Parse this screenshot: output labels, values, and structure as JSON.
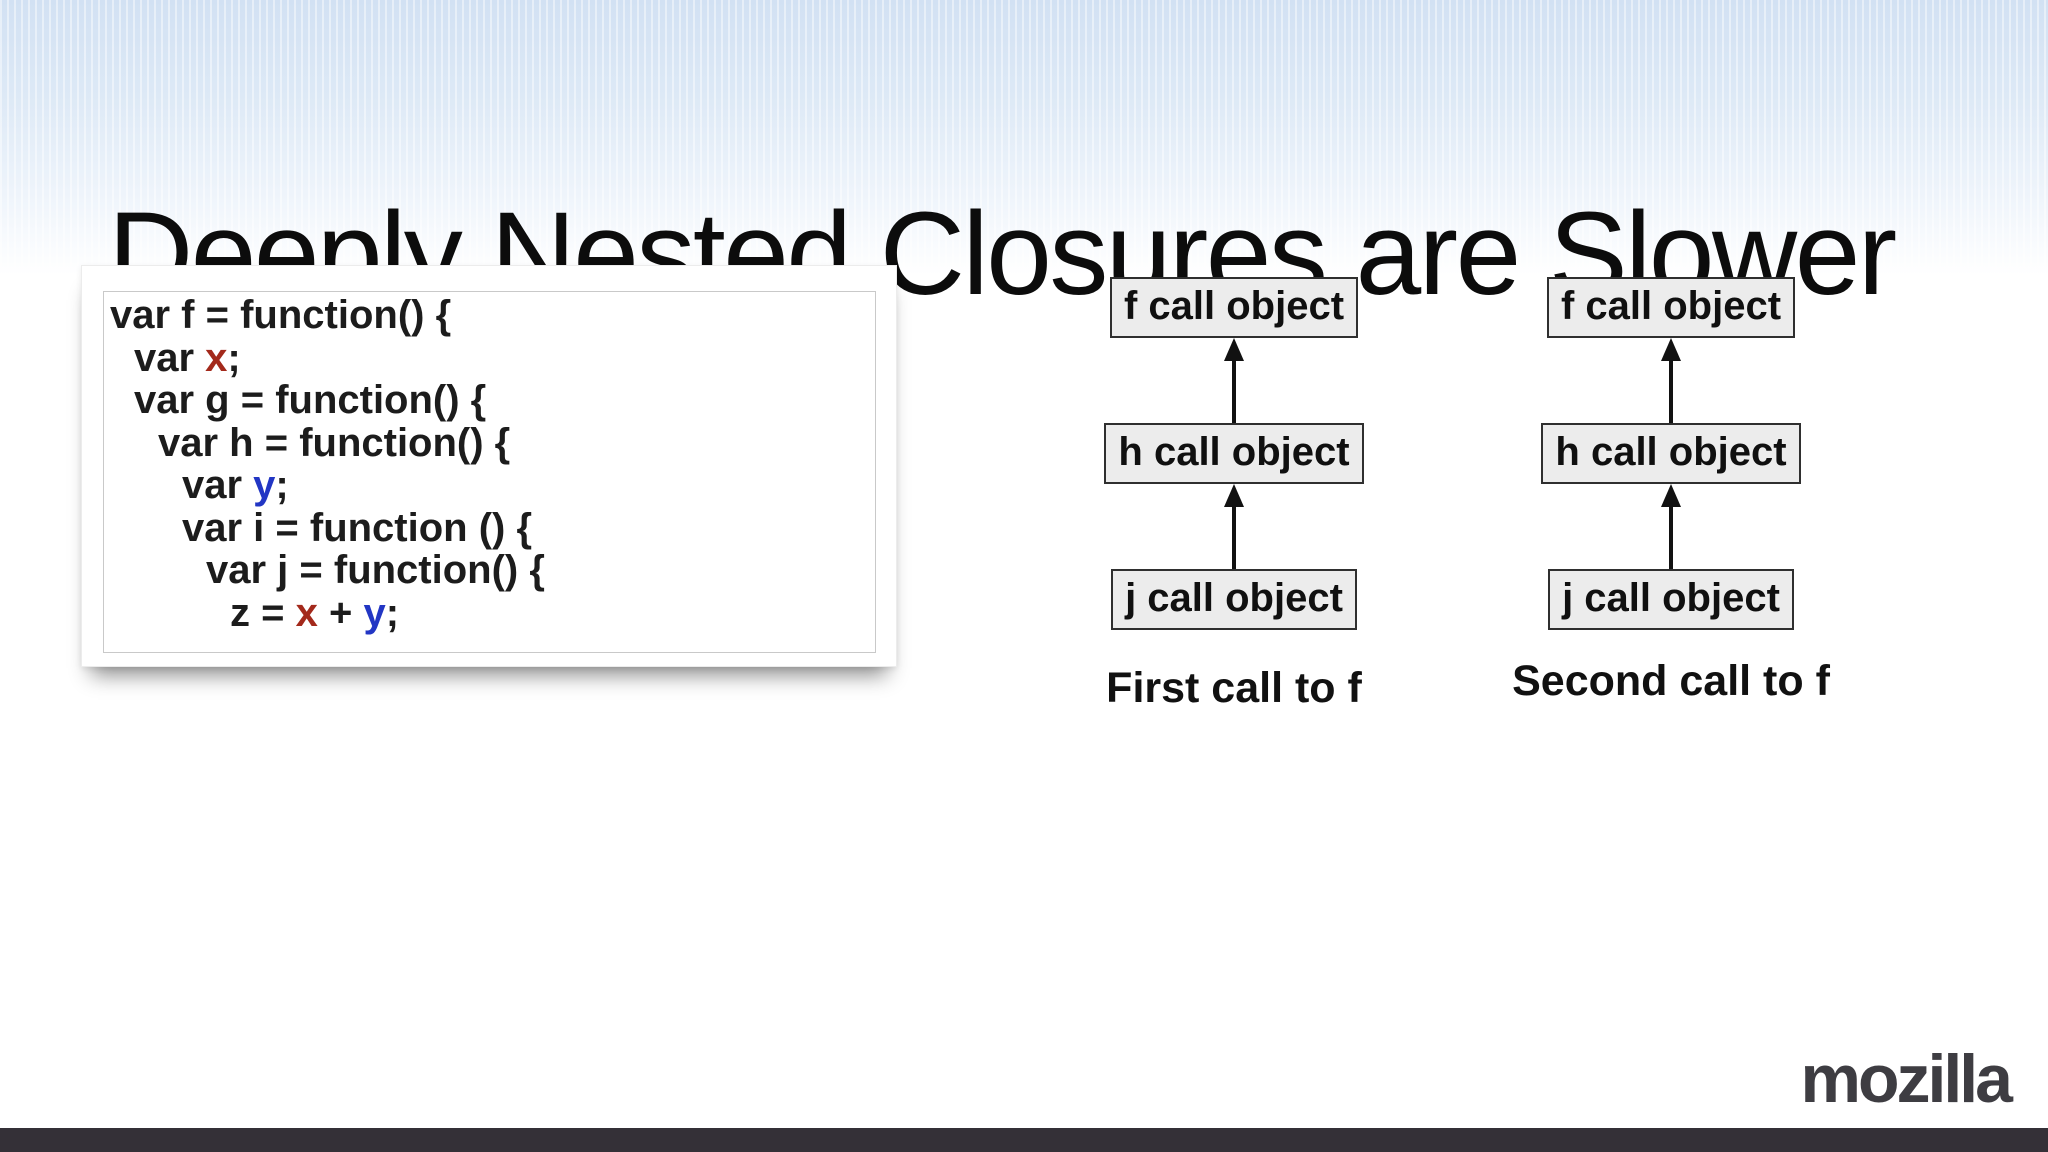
{
  "slide": {
    "title": "Deeply Nested Closures are Slower",
    "footer_logo": "mozilla"
  },
  "colors": {
    "k": "#1c1c1c",
    "r": "#A3291B",
    "b": "#2236C4",
    "top_gradient": "#d2e1f3",
    "box_fill": "#ececec",
    "box_border": "#2f2f2f",
    "arrow": "#111111",
    "bottom_bar": "#343037",
    "logo": "#3e3d42"
  },
  "code": {
    "lines": [
      {
        "indent": 0,
        "tokens": [
          {
            "t": "var f = function() {",
            "c": "k"
          }
        ]
      },
      {
        "indent": 1,
        "tokens": [
          {
            "t": "var ",
            "c": "k"
          },
          {
            "t": "x",
            "c": "r"
          },
          {
            "t": ";",
            "c": "k"
          }
        ]
      },
      {
        "indent": 1,
        "tokens": [
          {
            "t": "var g = function() {",
            "c": "k"
          }
        ]
      },
      {
        "indent": 2,
        "tokens": [
          {
            "t": "var h = function() {",
            "c": "k"
          }
        ]
      },
      {
        "indent": 3,
        "tokens": [
          {
            "t": "var ",
            "c": "k"
          },
          {
            "t": "y",
            "c": "b"
          },
          {
            "t": ";",
            "c": "k"
          }
        ]
      },
      {
        "indent": 3,
        "tokens": [
          {
            "t": "var i = function () {",
            "c": "k"
          }
        ]
      },
      {
        "indent": 4,
        "tokens": [
          {
            "t": "var j = function() {",
            "c": "k"
          }
        ]
      },
      {
        "indent": 5,
        "tokens": [
          {
            "t": "z = ",
            "c": "k"
          },
          {
            "t": "x",
            "c": "r"
          },
          {
            "t": " + ",
            "c": "k"
          },
          {
            "t": "y",
            "c": "b"
          },
          {
            "t": ";",
            "c": "k"
          }
        ]
      }
    ]
  },
  "diagrams": [
    {
      "boxes": [
        "f call object",
        "h call object",
        "j call object"
      ],
      "caption": "First call to f"
    },
    {
      "boxes": [
        "f call object",
        "h call object",
        "j call object"
      ],
      "caption": "Second call to f"
    }
  ]
}
